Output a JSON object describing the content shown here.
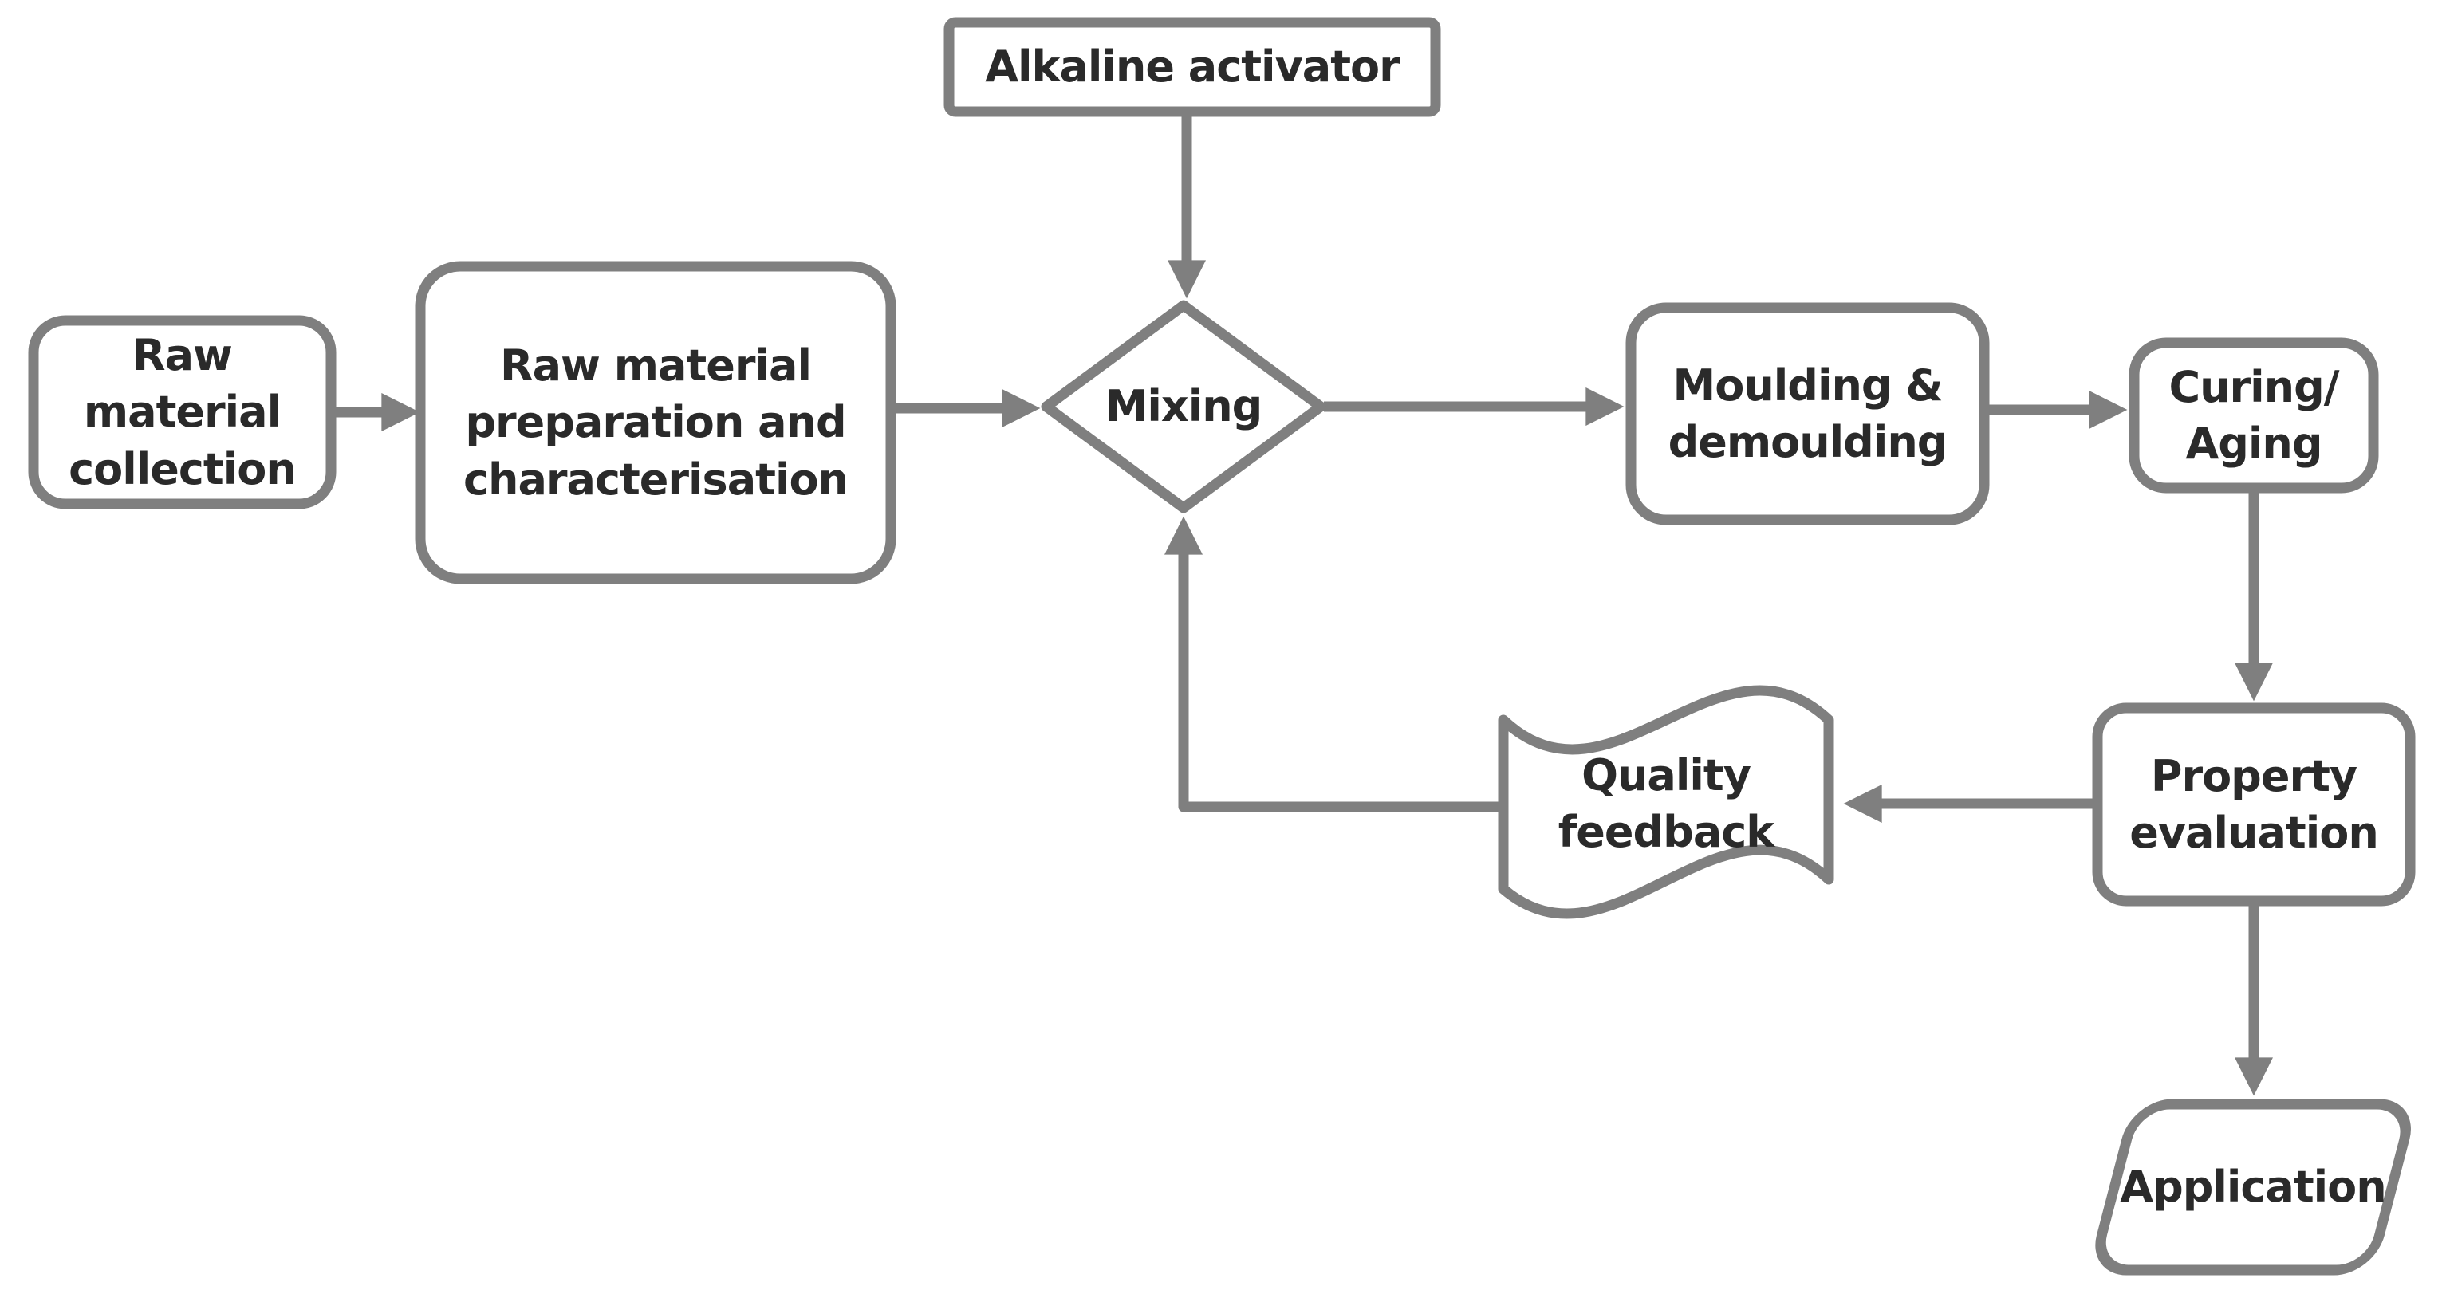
{
  "diagram": {
    "type": "flowchart",
    "background": "#ffffff",
    "colors": {
      "shape_stroke": "#7f7f7f",
      "shape_fill": "#ffffff",
      "connector": "#7f7f7f",
      "arrowhead": "#7f7f7f",
      "label_text": "#2a2a2a"
    },
    "nodes": {
      "raw_material_collection": {
        "label": "Raw\nmaterial\ncollection",
        "shape": "rounded-rectangle"
      },
      "raw_material_preparation": {
        "label": "Raw material\npreparation and\ncharacterisation",
        "shape": "rounded-rectangle"
      },
      "alkaline_activator": {
        "label": "Alkaline activator",
        "shape": "rectangle"
      },
      "mixing": {
        "label": "Mixing",
        "shape": "diamond"
      },
      "moulding_demoulding": {
        "label": "Moulding &\ndemoulding",
        "shape": "rounded-rectangle"
      },
      "curing_aging": {
        "label": "Curing/\nAging",
        "shape": "rounded-rectangle"
      },
      "property_evaluation": {
        "label": "Property\nevaluation",
        "shape": "rounded-rectangle"
      },
      "quality_feedback": {
        "label": "Quality\nfeedback",
        "shape": "punched-tape-wave"
      },
      "application": {
        "label": "Application",
        "shape": "parallelogram"
      }
    },
    "edges": [
      {
        "from": "raw_material_collection",
        "to": "raw_material_preparation",
        "style": "arrow"
      },
      {
        "from": "raw_material_preparation",
        "to": "mixing",
        "style": "arrow"
      },
      {
        "from": "alkaline_activator",
        "to": "mixing",
        "style": "arrow"
      },
      {
        "from": "mixing",
        "to": "moulding_demoulding",
        "style": "arrow"
      },
      {
        "from": "moulding_demoulding",
        "to": "curing_aging",
        "style": "arrow"
      },
      {
        "from": "curing_aging",
        "to": "property_evaluation",
        "style": "arrow"
      },
      {
        "from": "property_evaluation",
        "to": "quality_feedback",
        "style": "arrow"
      },
      {
        "from": "quality_feedback",
        "to": "mixing",
        "style": "elbow-arrow"
      },
      {
        "from": "property_evaluation",
        "to": "application",
        "style": "arrow"
      }
    ]
  }
}
